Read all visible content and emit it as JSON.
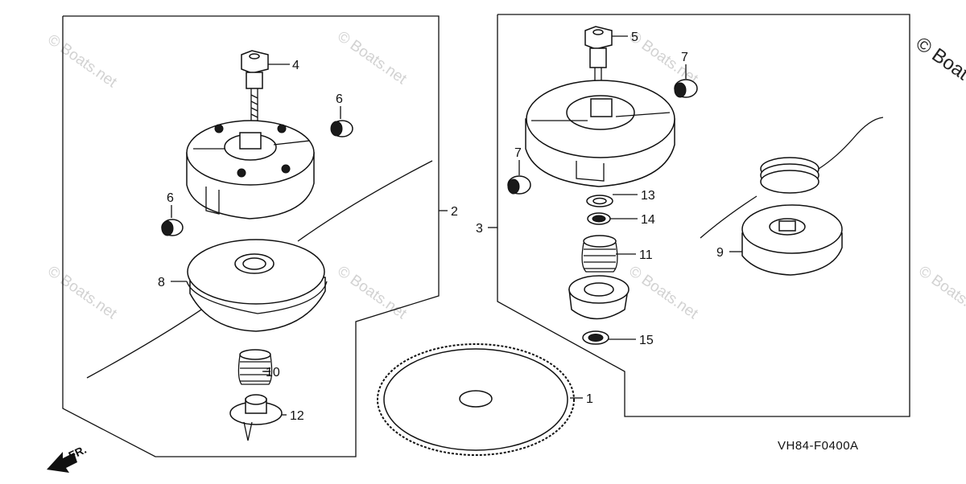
{
  "diagram": {
    "code": "VH84-F0400A",
    "direction_label": "FR.",
    "watermark": "© Boats.net",
    "watermark_edge": "© Boat",
    "callouts": [
      "1",
      "2",
      "3",
      "4",
      "5",
      "6",
      "6",
      "7",
      "7",
      "8",
      "9",
      "10",
      "11",
      "12",
      "13",
      "14",
      "15"
    ]
  }
}
